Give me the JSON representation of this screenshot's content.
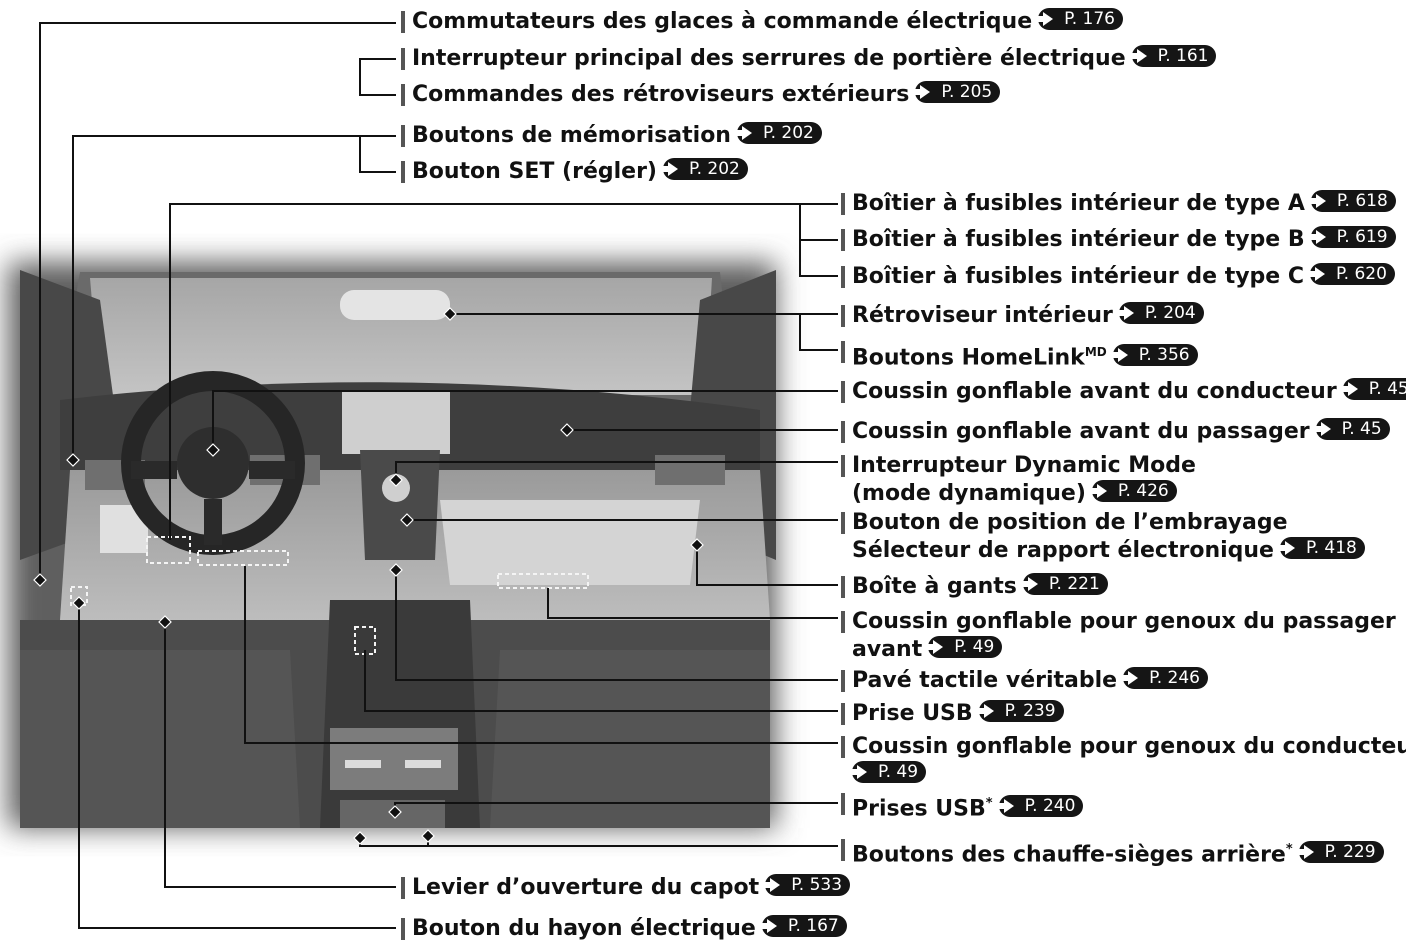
{
  "labels": [
    {
      "text": "Commutateurs des glaces à commande électrique",
      "ref": "P. 176"
    },
    {
      "text": "Interrupteur principal des serrures de portière électrique",
      "ref": "P. 161"
    },
    {
      "text": "Commandes des rétroviseurs extérieurs",
      "ref": "P. 205"
    },
    {
      "text": "Boutons de mémorisation",
      "ref": "P. 202"
    },
    {
      "text": "Bouton SET (régler)",
      "ref": "P. 202"
    },
    {
      "text": "Boîtier à fusibles intérieur de type A",
      "ref": "P. 618"
    },
    {
      "text": "Boîtier à fusibles intérieur de type B",
      "ref": "P. 619"
    },
    {
      "text": "Boîtier à fusibles intérieur de type C",
      "ref": "P. 620"
    },
    {
      "text": "Rétroviseur intérieur",
      "ref": "P. 204"
    },
    {
      "text": "Boutons HomeLink",
      "sup": "MD",
      "ref": "P. 356"
    },
    {
      "text": "Coussin gonflable avant du conducteur",
      "ref": "P. 45"
    },
    {
      "text": "Coussin gonflable avant du passager",
      "ref": "P. 45"
    },
    {
      "text": "Interrupteur Dynamic Mode",
      "text2": "(mode dynamique)",
      "ref": "P. 426"
    },
    {
      "text": "Bouton de position de l’embrayage",
      "text2": "Sélecteur de rapport électronique",
      "ref": "P. 418"
    },
    {
      "text": "Boîte à gants",
      "ref": "P. 221"
    },
    {
      "text": "Coussin gonflable pour genoux du passager",
      "text2": "avant",
      "ref": "P. 49"
    },
    {
      "text": "Pavé tactile véritable",
      "ref": "P. 246"
    },
    {
      "text": "Prise USB",
      "ref": "P. 239"
    },
    {
      "text": "Coussin gonflable pour genoux du conducteur",
      "text2": "",
      "ref": "P. 49"
    },
    {
      "text": "Prises USB",
      "sup": "*",
      "ref": "P. 240"
    },
    {
      "text": "Boutons des chauffe-sièges arrière",
      "sup": "*",
      "ref": "P. 229"
    },
    {
      "text": "Levier d’ouverture du capot",
      "ref": "P. 533"
    },
    {
      "text": "Bouton du hayon électrique",
      "ref": "P. 167"
    }
  ]
}
